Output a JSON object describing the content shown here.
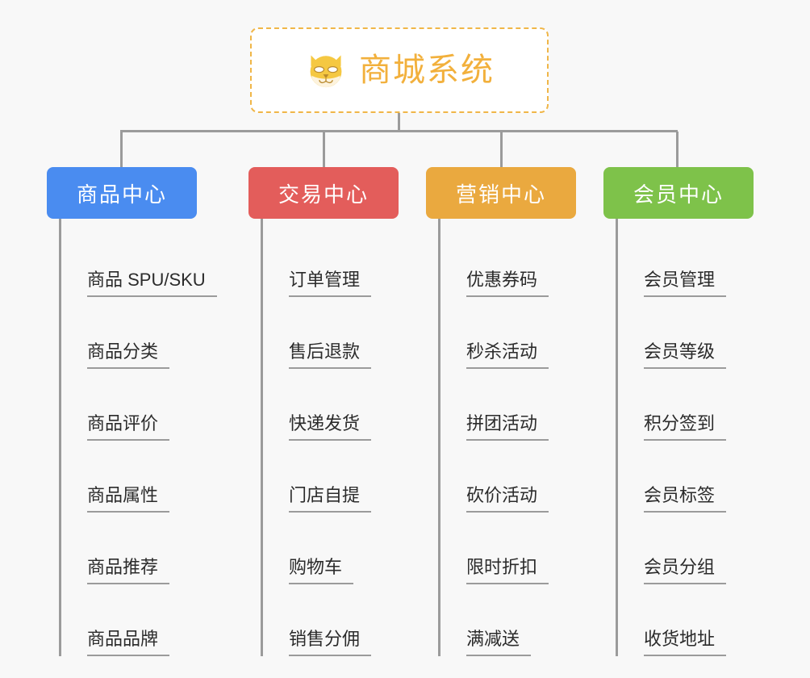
{
  "canvas": {
    "background_color": "#f8f8f8",
    "connector_color": "#9b9b9b"
  },
  "root": {
    "title": "商城系统",
    "icon": "shiba-dog-face-icon",
    "text_color": "#f2b03c",
    "border_color": "#f0b648",
    "background_color": "#ffffff"
  },
  "columns": [
    {
      "header": "商品中心",
      "color": "#4a8cf0",
      "items": [
        "商品 SPU/SKU",
        "商品分类",
        "商品评价",
        "商品属性",
        "商品推荐",
        "商品品牌"
      ]
    },
    {
      "header": "交易中心",
      "color": "#e35d5b",
      "items": [
        "订单管理",
        "售后退款",
        "快递发货",
        "门店自提",
        "购物车",
        "销售分佣"
      ]
    },
    {
      "header": "营销中心",
      "color": "#eaa93f",
      "items": [
        "优惠券码",
        "秒杀活动",
        "拼团活动",
        "砍价活动",
        "限时折扣",
        "满减送"
      ]
    },
    {
      "header": "会员中心",
      "color": "#7ec24a",
      "items": [
        "会员管理",
        "会员等级",
        "积分签到",
        "会员标签",
        "会员分组",
        "收货地址"
      ]
    }
  ]
}
